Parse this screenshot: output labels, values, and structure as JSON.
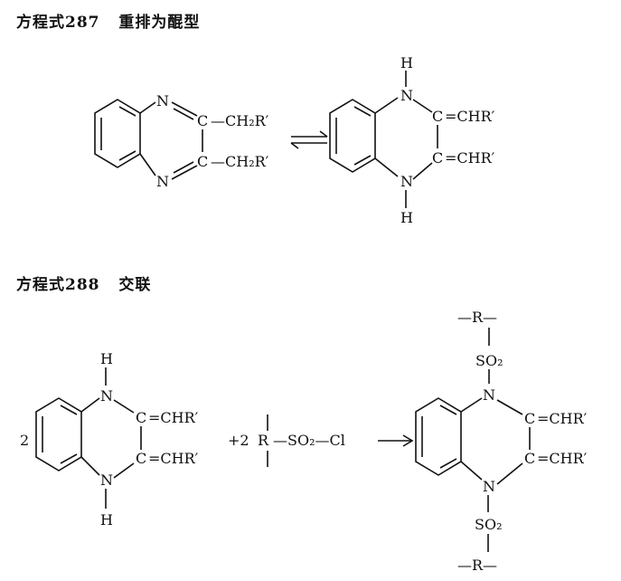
{
  "scheme1": {
    "number": "方程式287",
    "title": "重排为醌型",
    "labels": {
      "N": "N",
      "C": "C",
      "H": "H",
      "CH2R": "—CH₂R′",
      "CHR": "=CHR′"
    }
  },
  "scheme2": {
    "number": "方程式288",
    "title": "交联",
    "labels": {
      "N": "N",
      "C": "C",
      "H": "H",
      "CHR": "=CHR′",
      "coef": "2",
      "plus2": "+2",
      "R": "R",
      "SO2Cl": "—SO₂—Cl",
      "SO2": "SO₂",
      "Rbridge": "—R—"
    }
  }
}
